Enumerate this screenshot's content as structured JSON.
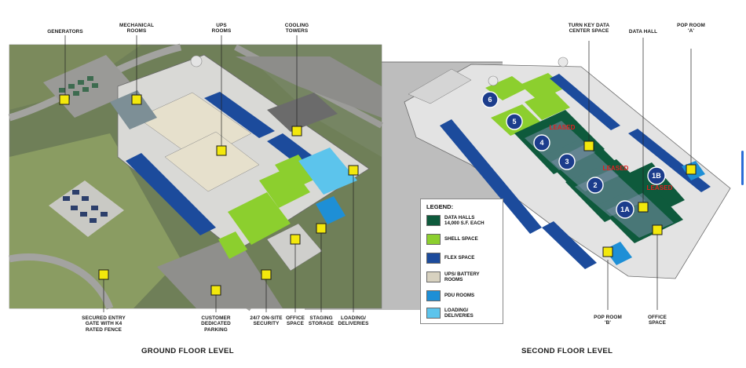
{
  "ground_floor": {
    "level_label": "GROUND FLOOR LEVEL",
    "callouts": {
      "generators": "GENERATORS",
      "mechanical_rooms": "MECHANICAL\nROOMS",
      "ups_rooms": "UPS\nROOMS",
      "cooling_towers": "COOLING\nTOWERS",
      "secured_gate": "SECURED ENTRY\nGATE WITH K4\nRATED FENCE",
      "parking": "CUSTOMER\nDEDICATED\nPARKING",
      "security": "24/7 ON-SITE\nSECURITY",
      "office": "OFFICE\nSPACE",
      "staging": "STAGING\nSTORAGE",
      "loading": "LOADING/\nDELIVERIES"
    }
  },
  "second_floor": {
    "level_label": "SECOND FLOOR LEVEL",
    "callouts": {
      "turnkey": "TURN KEY DATA\nCENTER SPACE",
      "data_hall": "DATA HALL",
      "pop_a": "POP ROOM\n'A'",
      "pop_b": "POP ROOM\n'B'",
      "office": "OFFICE\nSPACE"
    },
    "halls": {
      "h6": "6",
      "h5": "5",
      "h4": "4",
      "h3": "3",
      "h2": "2",
      "h1b": "1B",
      "h1a": "1A"
    },
    "leased_text": "LEASED"
  },
  "legend": {
    "title": "LEGEND:",
    "items": [
      {
        "label": "DATA HALLS\n14,000 S.F. EACH",
        "color": "#0e5a3c"
      },
      {
        "label": "SHELL SPACE",
        "color": "#8ccf2e"
      },
      {
        "label": "FLEX SPACE",
        "color": "#1c4b9c"
      },
      {
        "label": "UPS/ BATTERY\nROOMS",
        "color": "#d8d2c0"
      },
      {
        "label": "PDU ROOMS",
        "color": "#1e8fd6"
      },
      {
        "label": "LOADING/\nDELIVERIES",
        "color": "#5cc4ec"
      }
    ]
  },
  "colors": {
    "marker_fill": "#f3e80c",
    "leased_red": "#e02020",
    "hall_circle": "#1c3d8c"
  }
}
